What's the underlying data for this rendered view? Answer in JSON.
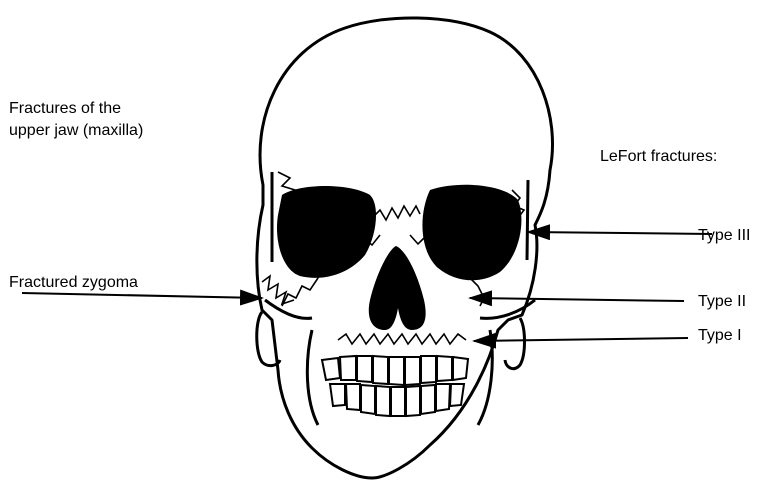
{
  "labels": {
    "jaw_heading_line1": "Fractures of the",
    "jaw_heading_line2": "upper jaw (maxilla)",
    "zygoma": "Fractured zygoma",
    "lefort_heading": "LeFort fractures:",
    "type_iii": "Type III",
    "type_ii": "Type II",
    "type_i": "Type I"
  },
  "icons": {
    "skull": "skull-icon",
    "arrow": "arrow-left-icon",
    "fracture": "zigzag-fracture-line"
  }
}
